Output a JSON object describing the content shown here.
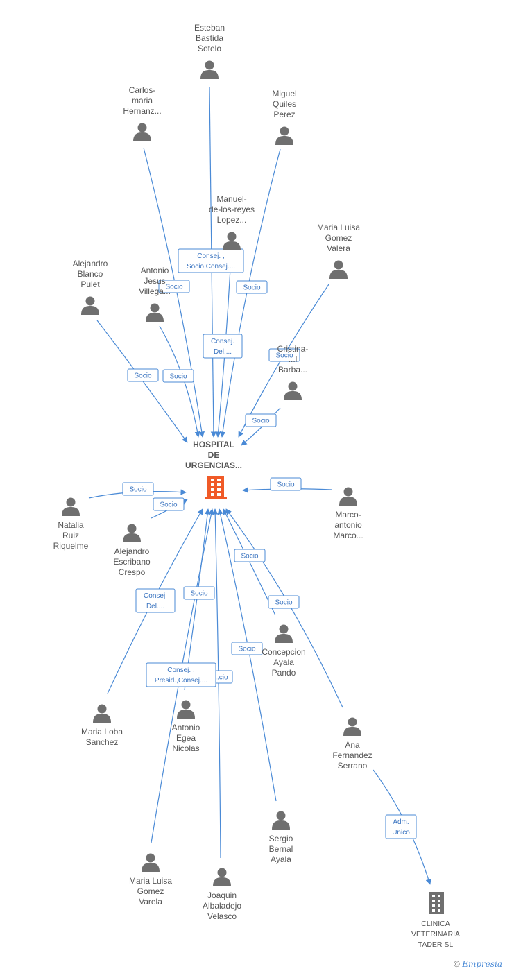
{
  "center": {
    "lines": [
      "HOSPITAL",
      "DE",
      "URGENCIAS..."
    ]
  },
  "company": {
    "lines": [
      "CLINICA",
      "VETERINARIA",
      "TADER SL"
    ]
  },
  "people": [
    {
      "id": "esteban",
      "lines": [
        "Esteban",
        "Bastida",
        "Sotelo"
      ]
    },
    {
      "id": "carlos",
      "lines": [
        "Carlos-",
        "maria",
        "Hernanz..."
      ]
    },
    {
      "id": "miguel",
      "lines": [
        "Miguel",
        "Quiles",
        "Perez"
      ]
    },
    {
      "id": "manuel",
      "lines": [
        "Manuel-",
        "de-los-reyes",
        "Lopez..."
      ]
    },
    {
      "id": "mluisa_v",
      "lines": [
        "Maria Luisa",
        "Gomez",
        "Valera"
      ]
    },
    {
      "id": "alejandro_b",
      "lines": [
        "Alejandro",
        "Blanco",
        "Pulet"
      ]
    },
    {
      "id": "antonio_j",
      "lines": [
        "Antonio",
        "Jesus",
        "Villega..."
      ]
    },
    {
      "id": "cristina",
      "lines": [
        "Cristina-",
        "...l",
        "Barba..."
      ]
    },
    {
      "id": "natalia",
      "lines": [
        "Natalia",
        "Ruiz",
        "Riquelme"
      ]
    },
    {
      "id": "alejandro_e",
      "lines": [
        "Alejandro",
        "Escribano",
        "Crespo"
      ]
    },
    {
      "id": "marco",
      "lines": [
        "Marco-",
        "antonio",
        "Marco..."
      ]
    },
    {
      "id": "concepcion",
      "lines": [
        "Concepcion",
        "Ayala",
        "Pando"
      ]
    },
    {
      "id": "mloba",
      "lines": [
        "Maria Loba",
        "Sanchez"
      ]
    },
    {
      "id": "antonio_e",
      "lines": [
        "Antonio",
        "Egea",
        "Nicolas"
      ]
    },
    {
      "id": "ana",
      "lines": [
        "Ana",
        "Fernandez",
        "Serrano"
      ]
    },
    {
      "id": "sergio",
      "lines": [
        "Sergio",
        "Bernal",
        "Ayala"
      ]
    },
    {
      "id": "mluisa_g",
      "lines": [
        "Maria Luisa",
        "Gomez",
        "Varela"
      ]
    },
    {
      "id": "joaquin",
      "lines": [
        "Joaquin",
        "Albaladejo",
        "Velasco"
      ]
    }
  ],
  "badges": [
    {
      "id": "b_manuel",
      "lines": [
        "Consej. ,",
        "Socio,Consej...."
      ]
    },
    {
      "id": "b_carlos",
      "lines": [
        "Socio"
      ]
    },
    {
      "id": "b_miguel",
      "lines": [
        "Socio"
      ]
    },
    {
      "id": "b_esteban",
      "lines": [
        "Consej.",
        "Del...."
      ]
    },
    {
      "id": "b_mluisa_v",
      "lines": [
        "Socio"
      ]
    },
    {
      "id": "b_alej_b",
      "lines": [
        "Socio"
      ]
    },
    {
      "id": "b_antonio_j",
      "lines": [
        "Socio"
      ]
    },
    {
      "id": "b_cristina",
      "lines": [
        "Socio"
      ]
    },
    {
      "id": "b_natalia",
      "lines": [
        "Socio"
      ]
    },
    {
      "id": "b_alej_e",
      "lines": [
        "Socio"
      ]
    },
    {
      "id": "b_marco",
      "lines": [
        "Socio"
      ]
    },
    {
      "id": "b_concepcion",
      "lines": [
        "Socio"
      ]
    },
    {
      "id": "b_ana",
      "lines": [
        "Socio"
      ]
    },
    {
      "id": "b_mloba",
      "lines": [
        "Consej.",
        "Del...."
      ]
    },
    {
      "id": "b_antonio_e",
      "lines": [
        "Socio"
      ]
    },
    {
      "id": "b_sergio",
      "lines": [
        "Socio"
      ]
    },
    {
      "id": "b_hidden",
      "lines": [
        "...cio"
      ]
    },
    {
      "id": "b_presid",
      "lines": [
        "Consej. ,",
        "Presid.,Consej...."
      ]
    },
    {
      "id": "b_adm",
      "lines": [
        "Adm.",
        "Unico"
      ]
    }
  ],
  "footer": {
    "copyright": "©",
    "brand": "Empresia"
  },
  "colors": {
    "edge": "#4a8ad6",
    "center_icon": "#f05a28",
    "person_icon": "#6f6f6f",
    "company_icon": "#6f6f6f"
  }
}
